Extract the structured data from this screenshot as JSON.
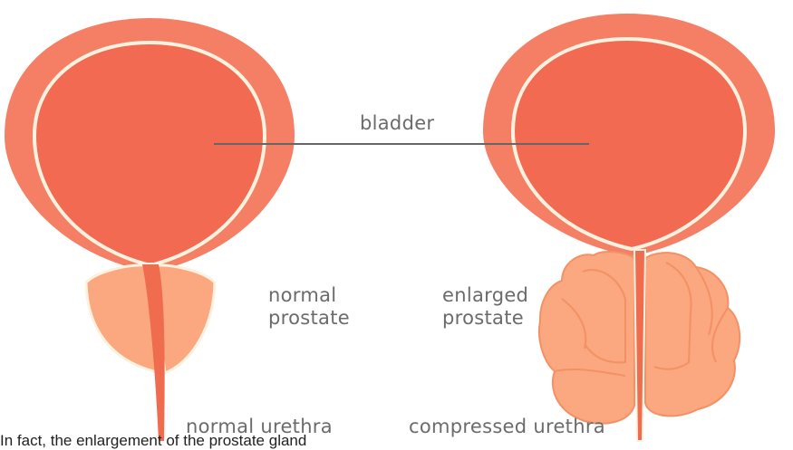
{
  "colors": {
    "bladder_wall": "#f47f64",
    "bladder_inner": "#f26a52",
    "wall_stroke": "#fdf2df",
    "prostate_fill": "#fba77f",
    "prostate_stroke": "#f39164",
    "urethra": "#ef6c4f",
    "pointer_line": "#666666",
    "label_text": "#6b6b6b"
  },
  "labels": {
    "bladder": "bladder",
    "normal_prostate": [
      "normal",
      "prostate"
    ],
    "enlarged_prostate": [
      "enlarged",
      "prostate"
    ],
    "normal_urethra": "normal urethra",
    "compressed_urethra": "compressed urethra"
  },
  "caption": "In fact, the enlargement of the prostate gland"
}
